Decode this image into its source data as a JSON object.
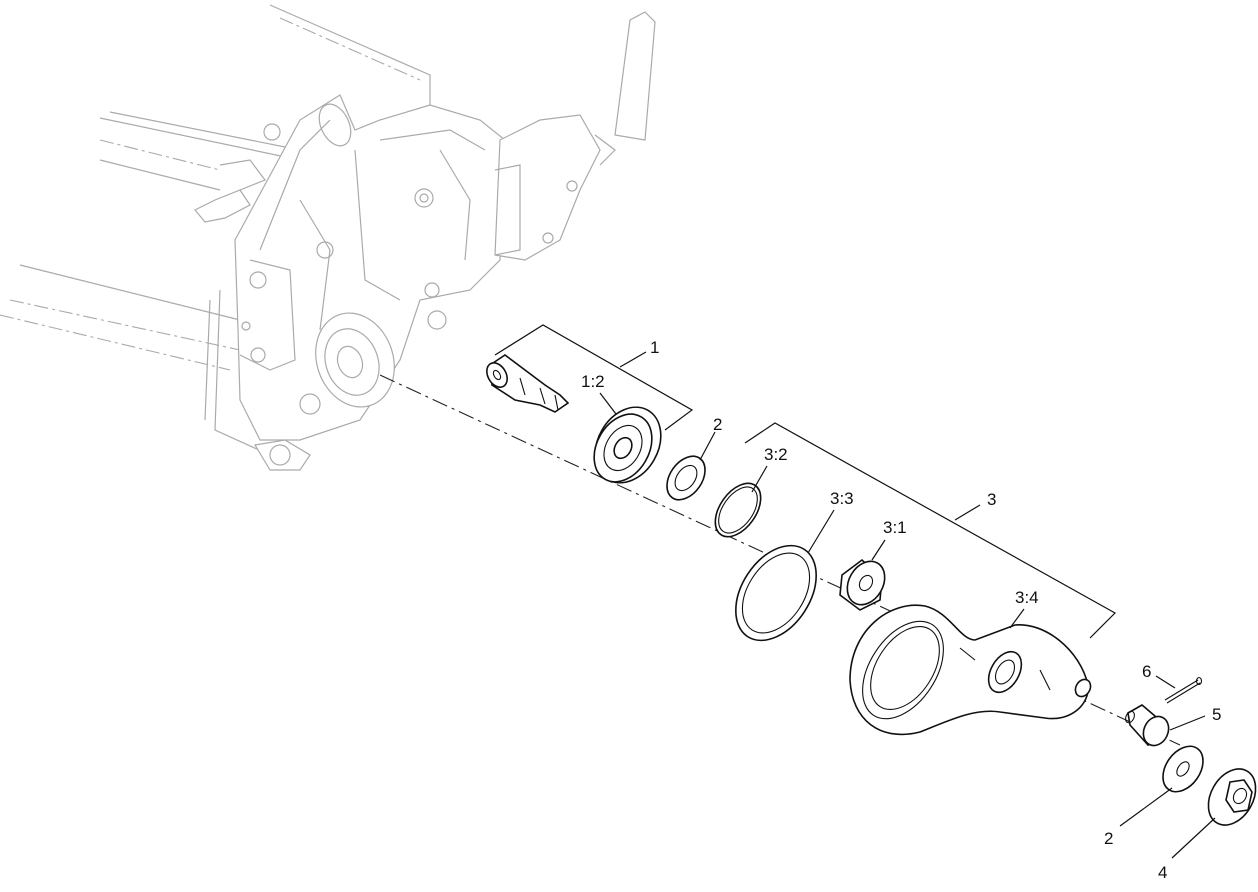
{
  "diagram": {
    "callouts": {
      "c1": "1",
      "c1_2": "1:2",
      "c2a": "2",
      "c3_2": "3:2",
      "c3": "3",
      "c3_3": "3:3",
      "c3_1": "3:1",
      "c3_4": "3:4",
      "c6": "6",
      "c5": "5",
      "c2b": "2",
      "c4": "4"
    }
  }
}
